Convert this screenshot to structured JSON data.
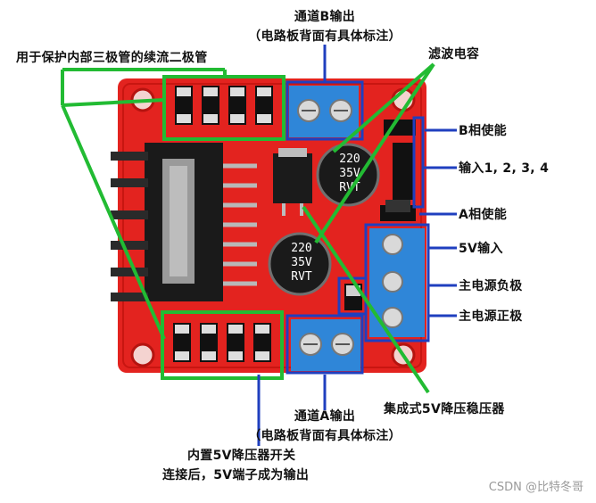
{
  "labels": {
    "channel_b_title": "通道B输出",
    "channel_b_note": "（电路板背面有具体标注）",
    "diode_protection": "用于保护内部三极管的续流二极管",
    "filter_capacitor": "滤波电容",
    "b_enable": "B相使能",
    "inputs": "输入1, 2, 3, 4",
    "a_enable": "A相使能",
    "v5_input": "5V输入",
    "power_negative": "主电源负极",
    "power_positive": "主电源正极",
    "regulator": "集成式5V降压稳压器",
    "channel_a_title": "通道A输出",
    "channel_a_note": "（电路板背面有具体标注）",
    "switch_line1": "内置5V降压器开关",
    "switch_line2": "连接后，5V端子成为输出"
  },
  "capacitor_marking": {
    "value": "220",
    "voltage": "35V",
    "series": "RVT"
  },
  "watermark": "CSDN @比特冬哥",
  "colors": {
    "board": "#e3231f",
    "callout_green": "#22bb33",
    "callout_blue": "#1f3fbf",
    "terminal_blue": "#2f86d8"
  }
}
